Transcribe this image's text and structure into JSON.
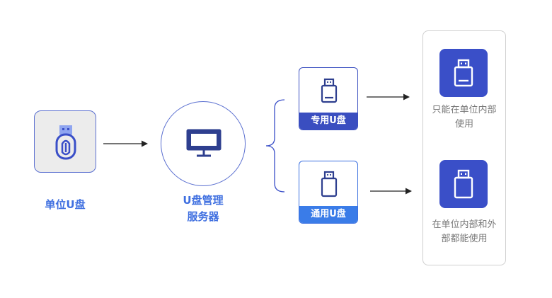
{
  "unit_usb": {
    "label": "单位U盘",
    "icon": "usb-drive-icon"
  },
  "server": {
    "label_line1": "U盘管理",
    "label_line2": "服务器",
    "icon": "monitor-icon"
  },
  "cards": [
    {
      "label": "专用U盘",
      "icon": "usb-drive-icon",
      "color": "#3a4ec0"
    },
    {
      "label": "通用U盘",
      "icon": "usb-drive-icon",
      "color": "#3a7ce8"
    }
  ],
  "results": [
    {
      "line1": "只能在单位内部",
      "line2": "使用",
      "icon": "usb-drive-icon"
    },
    {
      "line1": "在单位内部和外",
      "line2": "部都能使用",
      "icon": "usb-drive-icon"
    }
  ],
  "colors": {
    "accent": "#3f6fe0",
    "tile": "#3a4fc8",
    "muted_text": "#777777",
    "arrow": "#222222"
  }
}
